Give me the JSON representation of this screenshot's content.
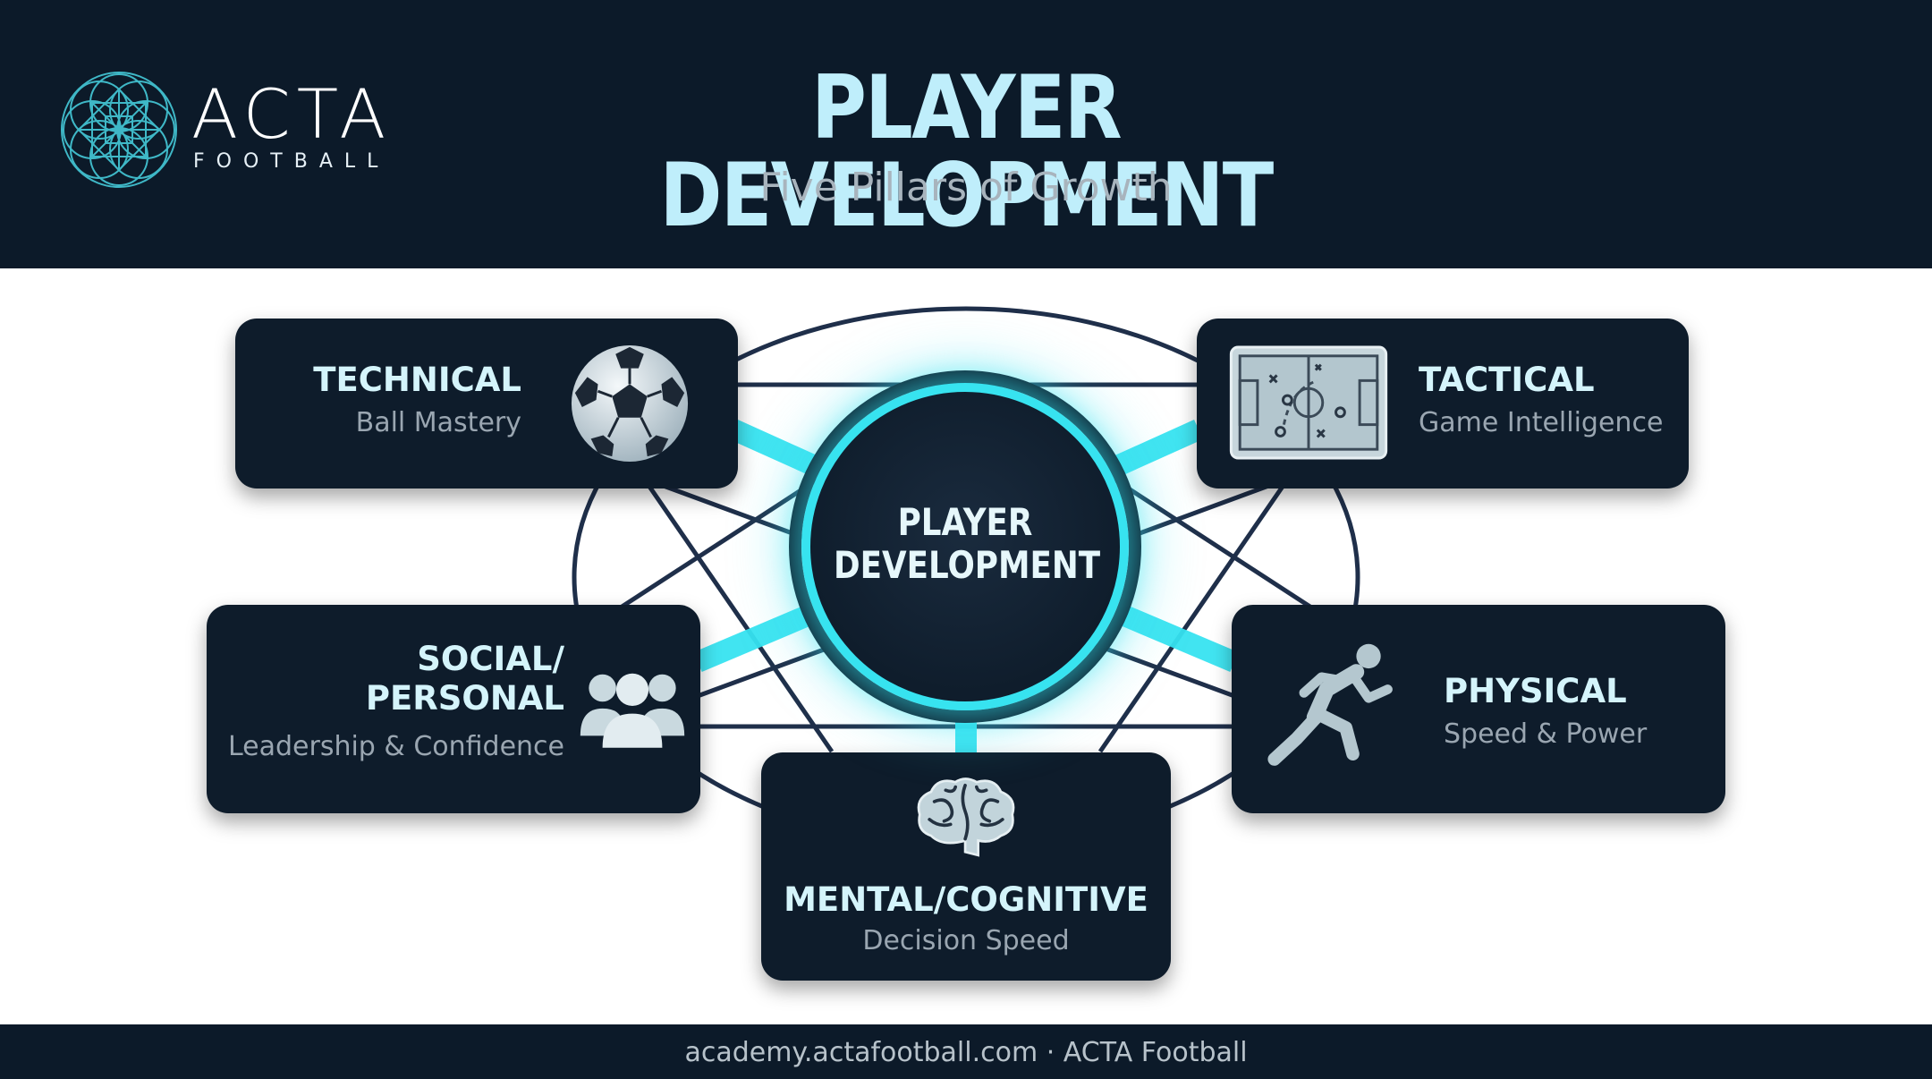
{
  "header": {
    "logo_name": "ACTA",
    "logo_sub": "FOOTBALL",
    "title": "PLAYER DEVELOPMENT",
    "subtitle": "Five Pillars of Growth"
  },
  "hub": {
    "line1": "PLAYER",
    "line2": "DEVELOPMENT"
  },
  "pillars": [
    {
      "title": "TECHNICAL",
      "subtitle": "Ball Mastery",
      "icon": "soccer-ball-icon"
    },
    {
      "title": "TACTICAL",
      "subtitle": "Game Intelligence",
      "icon": "tactics-board-icon"
    },
    {
      "title_line1": "SOCIAL/",
      "title_line2": "PERSONAL",
      "subtitle": "Leadership & Confidence",
      "icon": "group-icon"
    },
    {
      "title": "PHYSICAL",
      "subtitle": "Speed & Power",
      "icon": "sprinter-icon"
    },
    {
      "title": "MENTAL/COGNITIVE",
      "subtitle": "Decision Speed",
      "icon": "brain-icon"
    }
  ],
  "footer": {
    "text": "academy.actafootball.com · ACTA Football"
  },
  "colors": {
    "navy": "#0c1a29",
    "card": "#0e1c2b",
    "accent_cyan": "#37e3f0",
    "title_light": "#bfeefb",
    "line_dark": "#1f2f4a"
  }
}
